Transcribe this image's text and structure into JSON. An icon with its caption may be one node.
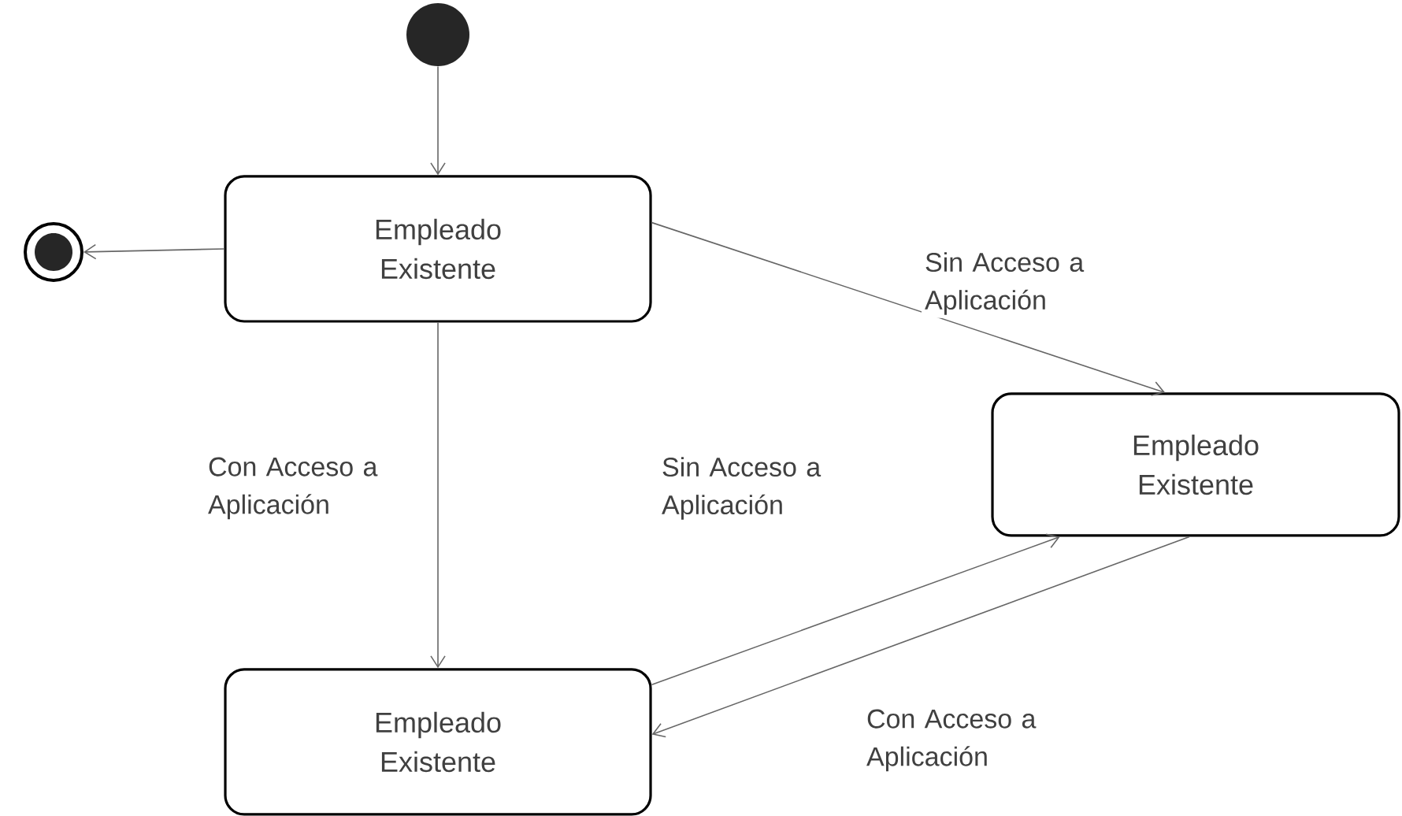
{
  "diagram": {
    "nodes": [
      {
        "text": [],
        "shape": "circle"
      },
      {
        "text": [],
        "shape": "bullseye"
      },
      {
        "text": [
          "Empleado Existente"
        ]
      },
      {
        "text": [
          "Empleado Existente"
        ]
      },
      {
        "text": [
          "Empleado Existente"
        ]
      }
    ],
    "edges": [
      {
        "from": 0,
        "to": 2,
        "arrow": "to"
      },
      {
        "from": 2,
        "to": 1,
        "arrow": "to"
      },
      {
        "from": 2,
        "to": 4,
        "arrow": "to",
        "label": "Con Acceso a Aplicación"
      },
      {
        "from": 2,
        "to": 3,
        "arrow": "to",
        "label": "Sin Acceso a Aplicación"
      },
      {
        "from": 4,
        "to": 3,
        "arrow": "to",
        "label": "Sin Acceso a Aplicación"
      },
      {
        "from": 3,
        "to": 4,
        "arrow": "to",
        "label": "Con Acceso a Aplicación"
      }
    ]
  }
}
